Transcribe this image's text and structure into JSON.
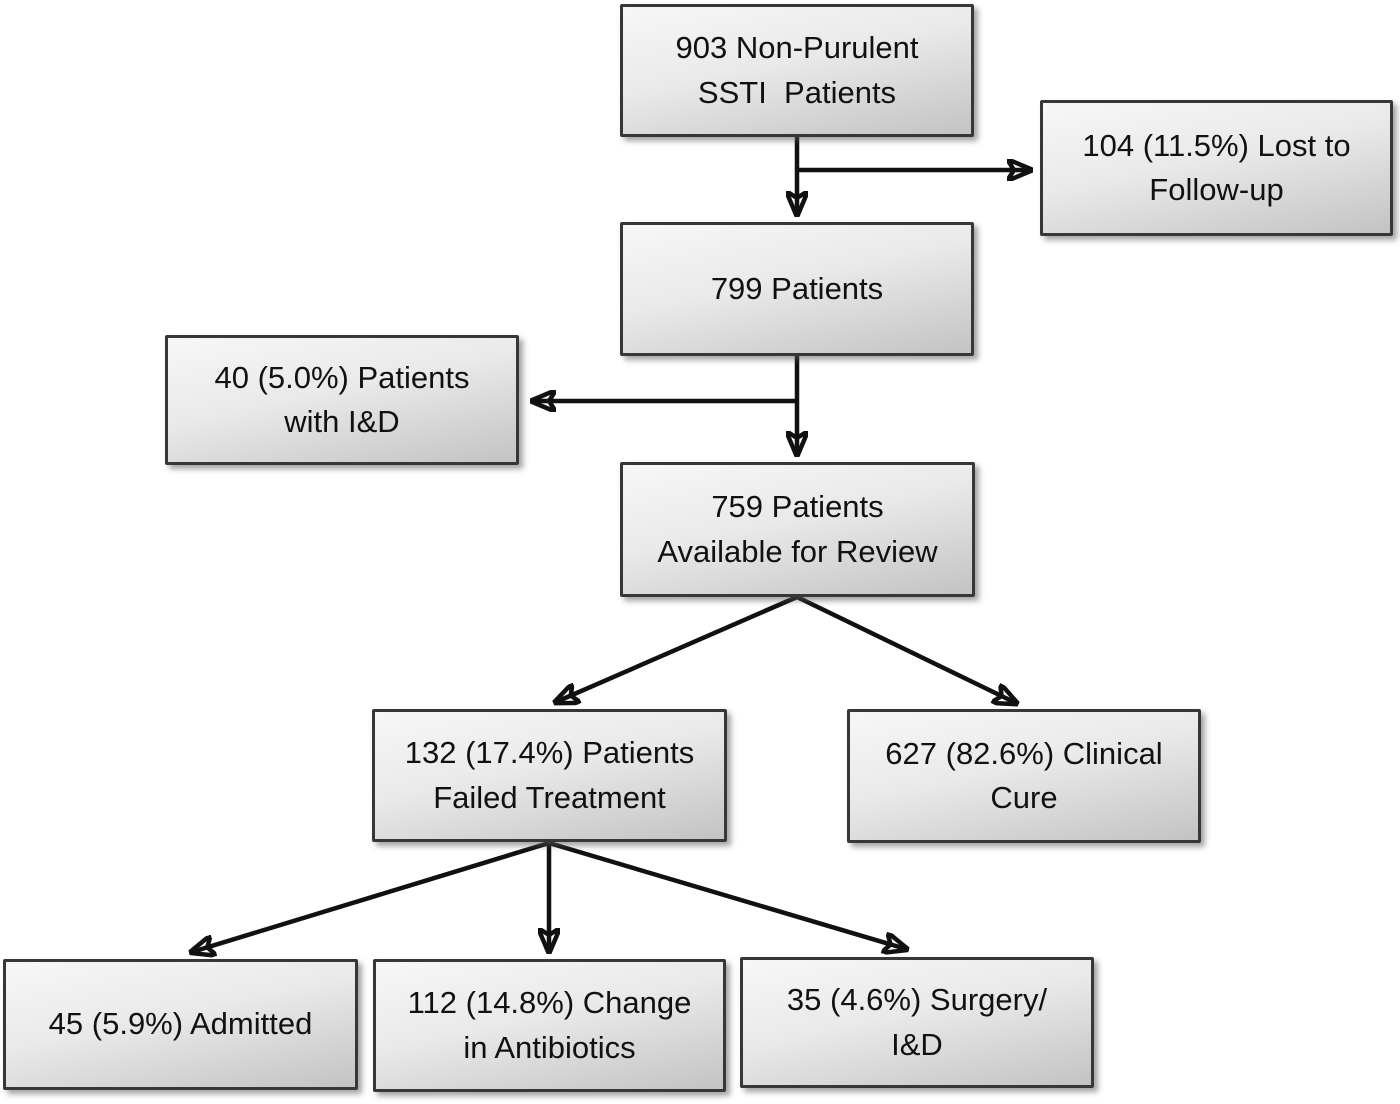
{
  "colors": {
    "background": "#ffffff",
    "box_fill_top": "#f7f7f7",
    "box_fill_mid": "#e9e9e9",
    "box_fill_bottom": "#c3c3c3",
    "box_border": "#373737",
    "arrow_color": "#111111",
    "text_color": "#111111"
  },
  "nodes": [
    {
      "id": "non-purulent-ssti-patients",
      "label": "903 Non-Purulent\nSSTI  Patients"
    },
    {
      "id": "lost-to-follow-up",
      "label": "104 (11.5%) Lost to\nFollow-up"
    },
    {
      "id": "patients-799",
      "label": "799 Patients"
    },
    {
      "id": "patients-with-i-and-d",
      "label": "40 (5.0%) Patients\nwith I&D"
    },
    {
      "id": "available-for-review",
      "label": "759 Patients\nAvailable for Review"
    },
    {
      "id": "failed-treatment",
      "label": "132 (17.4%) Patients\nFailed Treatment"
    },
    {
      "id": "clinical-cure",
      "label": "627 (82.6%) Clinical\nCure"
    },
    {
      "id": "admitted",
      "label": "45 (5.9%) Admitted"
    },
    {
      "id": "change-in-antibiotics",
      "label": "112 (14.8%) Change\nin Antibiotics"
    },
    {
      "id": "surgery-i-and-d",
      "label": "35 (4.6%) Surgery/\nI&D"
    }
  ],
  "edges": [
    {
      "from": "non-purulent-ssti-patients",
      "to": "patients-799",
      "shape": "straight-down"
    },
    {
      "from": "non-purulent-ssti-patients",
      "to": "lost-to-follow-up",
      "shape": "branch-right"
    },
    {
      "from": "patients-799",
      "to": "available-for-review",
      "shape": "straight-down"
    },
    {
      "from": "patients-799",
      "to": "patients-with-i-and-d",
      "shape": "branch-left"
    },
    {
      "from": "available-for-review",
      "to": "failed-treatment",
      "shape": "diagonal-left"
    },
    {
      "from": "available-for-review",
      "to": "clinical-cure",
      "shape": "diagonal-right"
    },
    {
      "from": "failed-treatment",
      "to": "admitted",
      "shape": "diagonal-left"
    },
    {
      "from": "failed-treatment",
      "to": "change-in-antibiotics",
      "shape": "straight-down"
    },
    {
      "from": "failed-treatment",
      "to": "surgery-i-and-d",
      "shape": "diagonal-right"
    }
  ]
}
